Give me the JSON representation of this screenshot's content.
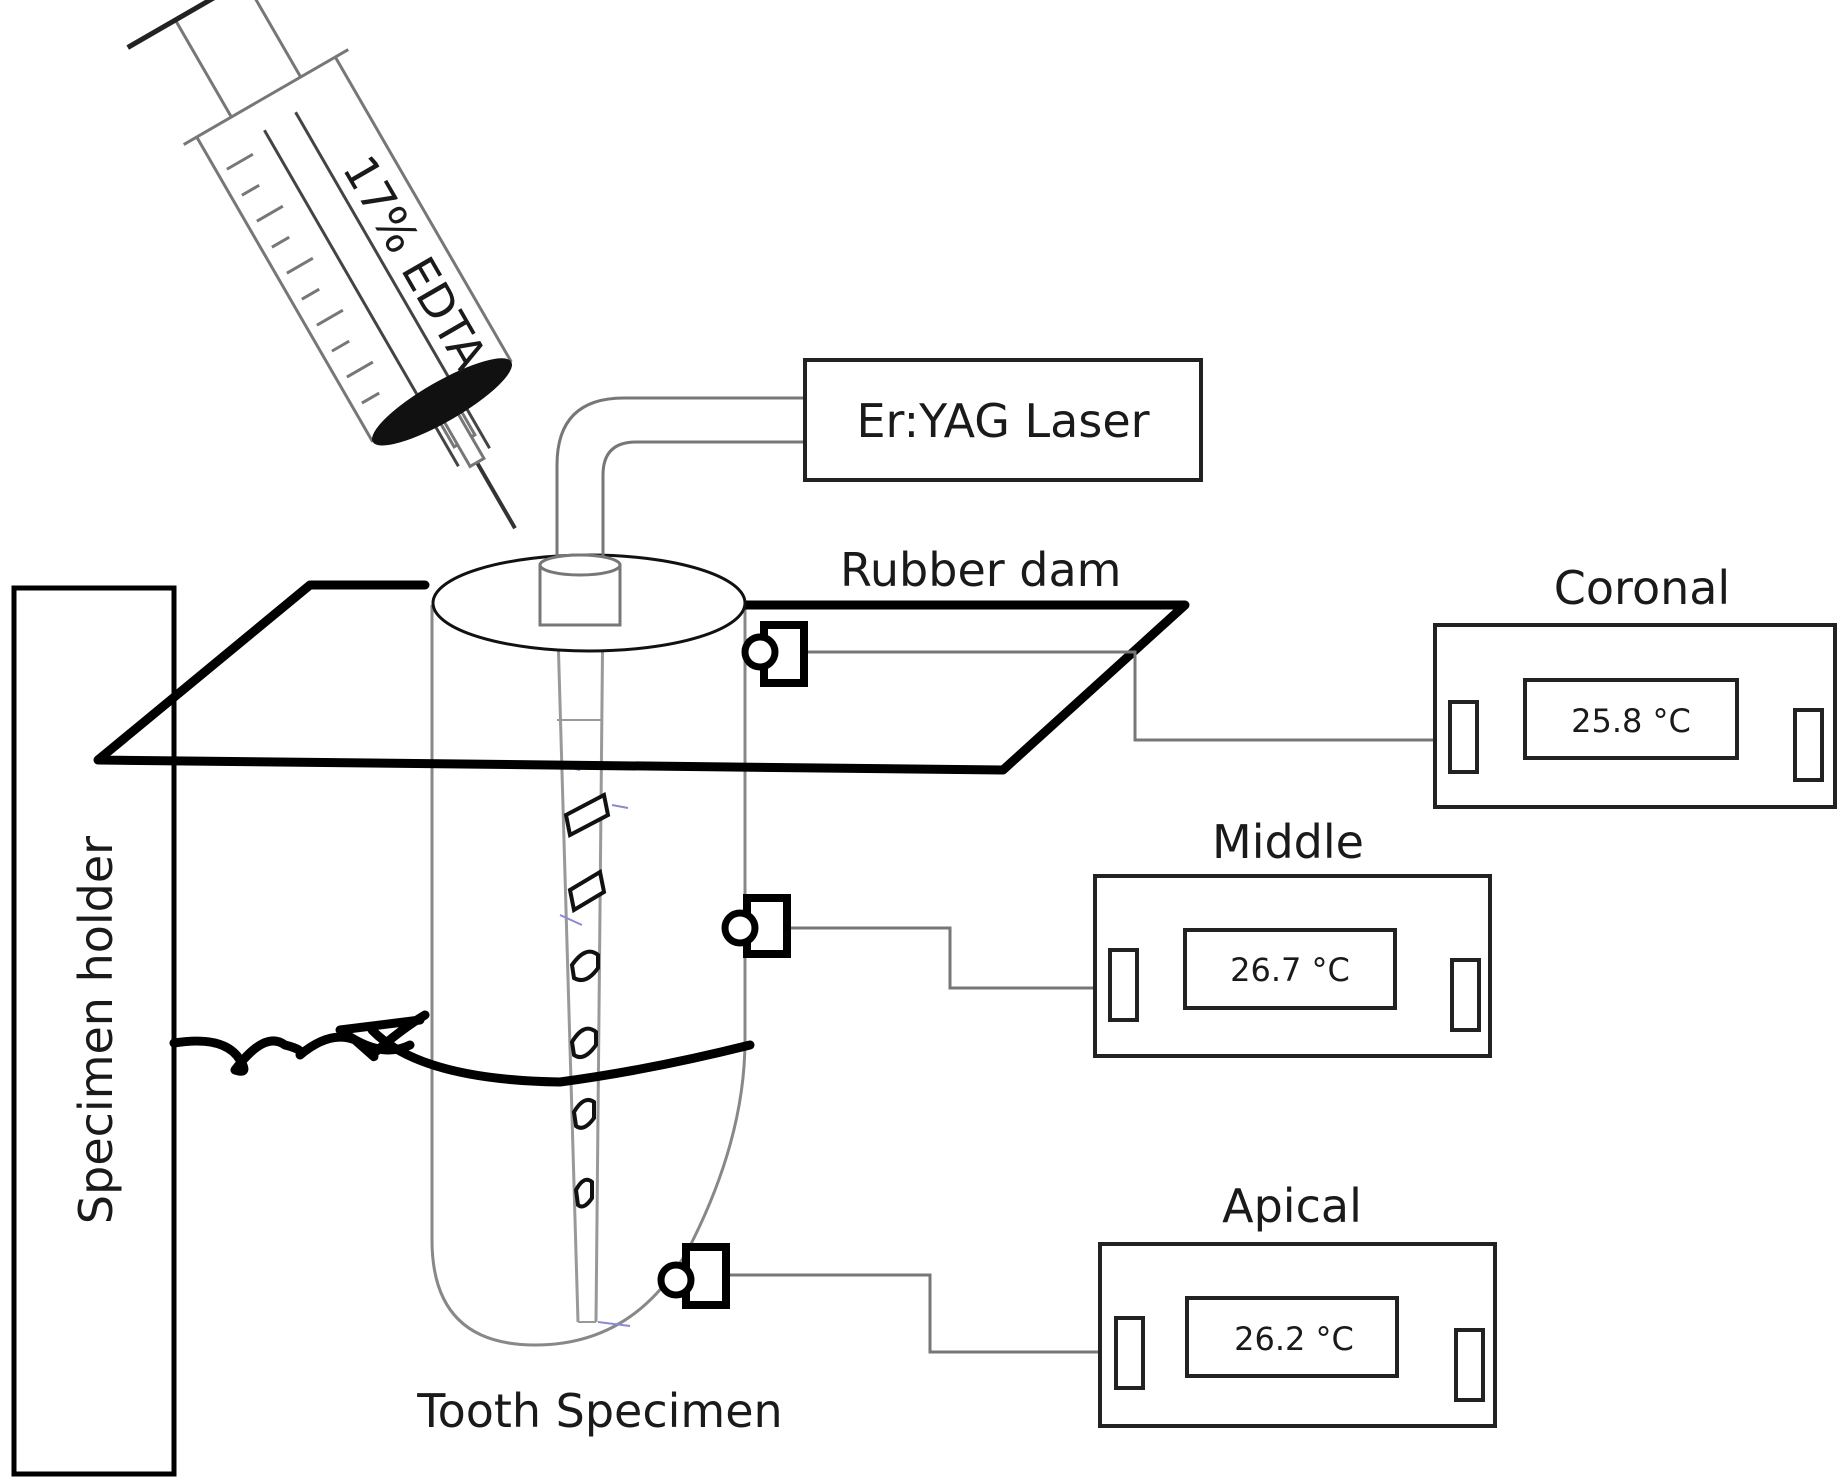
{
  "labels": {
    "syringe": "17% EDTA",
    "laser": "Er:YAG Laser",
    "rubber_dam": "Rubber dam",
    "holder": "Specimen holder",
    "tooth": "Tooth Specimen"
  },
  "thermometers": [
    {
      "name": "Coronal",
      "reading": "25.8 °C"
    },
    {
      "name": "Middle",
      "reading": "26.7 °C"
    },
    {
      "name": "Apical",
      "reading": "26.2 °C"
    }
  ]
}
